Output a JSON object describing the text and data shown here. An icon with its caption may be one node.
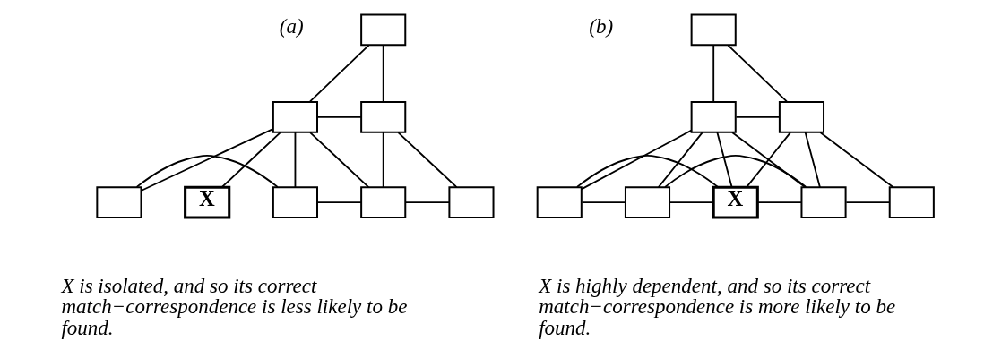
{
  "diagram": {
    "nodes": [
      {
        "text": [],
        "shape": "box"
      },
      {
        "text": [],
        "shape": "box"
      },
      {
        "text": [],
        "shape": "box"
      },
      {
        "text": [],
        "shape": "box"
      },
      {
        "text": [],
        "shape": "box"
      },
      {
        "text": [
          "X"
        ]
      },
      {
        "text": [],
        "shape": "box"
      },
      {
        "text": [],
        "shape": "box"
      },
      {
        "text": [],
        "shape": "box"
      },
      {
        "text": [],
        "shape": "box"
      },
      {
        "text": [],
        "shape": "box"
      },
      {
        "text": [],
        "shape": "box"
      },
      {
        "text": [],
        "shape": "box"
      },
      {
        "text": [
          "X"
        ]
      },
      {
        "text": [],
        "shape": "box"
      },
      {
        "text": [],
        "shape": "box"
      }
    ],
    "edges": [
      {
        "from": 0,
        "to": 1,
        "arrow": "none"
      },
      {
        "from": 0,
        "to": 2,
        "arrow": "none"
      },
      {
        "from": 1,
        "to": 2,
        "arrow": "none"
      },
      {
        "from": 1,
        "to": 3,
        "arrow": "none"
      },
      {
        "from": 1,
        "to": 4,
        "arrow": "none"
      },
      {
        "from": 1,
        "to": 5,
        "arrow": "none"
      },
      {
        "from": 1,
        "to": 6,
        "arrow": "none"
      },
      {
        "from": 2,
        "to": 6,
        "arrow": "none"
      },
      {
        "from": 2,
        "to": 7,
        "arrow": "none"
      },
      {
        "from": 3,
        "to": 4,
        "arrow": "none"
      },
      {
        "from": 4,
        "to": 6,
        "arrow": "none"
      },
      {
        "from": 6,
        "to": 7,
        "arrow": "none"
      },
      {
        "from": 8,
        "to": 9,
        "arrow": "none"
      },
      {
        "from": 8,
        "to": 10,
        "arrow": "none"
      },
      {
        "from": 9,
        "to": 10,
        "arrow": "none"
      },
      {
        "from": 9,
        "to": 11,
        "arrow": "none"
      },
      {
        "from": 9,
        "to": 12,
        "arrow": "none"
      },
      {
        "from": 9,
        "to": 13,
        "arrow": "none"
      },
      {
        "from": 9,
        "to": 14,
        "arrow": "none"
      },
      {
        "from": 10,
        "to": 14,
        "arrow": "none"
      },
      {
        "from": 10,
        "to": 15,
        "arrow": "none"
      },
      {
        "from": 11,
        "to": 12,
        "arrow": "none"
      },
      {
        "from": 12,
        "to": 13,
        "arrow": "none"
      },
      {
        "from": 13,
        "to": 14,
        "arrow": "none"
      },
      {
        "from": 13,
        "to": 10,
        "arrow": "none"
      },
      {
        "from": 11,
        "to": 13,
        "arrow": "none"
      },
      {
        "from": 12,
        "to": 14,
        "arrow": "none"
      },
      {
        "from": 14,
        "to": 15,
        "arrow": "none"
      }
    ],
    "labels": [
      "(a)",
      "(b)",
      "X is isolated, and so its correct match−correspondence is less likely to be found.",
      "X is highly dependent, and so its correct match−correspondence is more likely to be found."
    ]
  }
}
